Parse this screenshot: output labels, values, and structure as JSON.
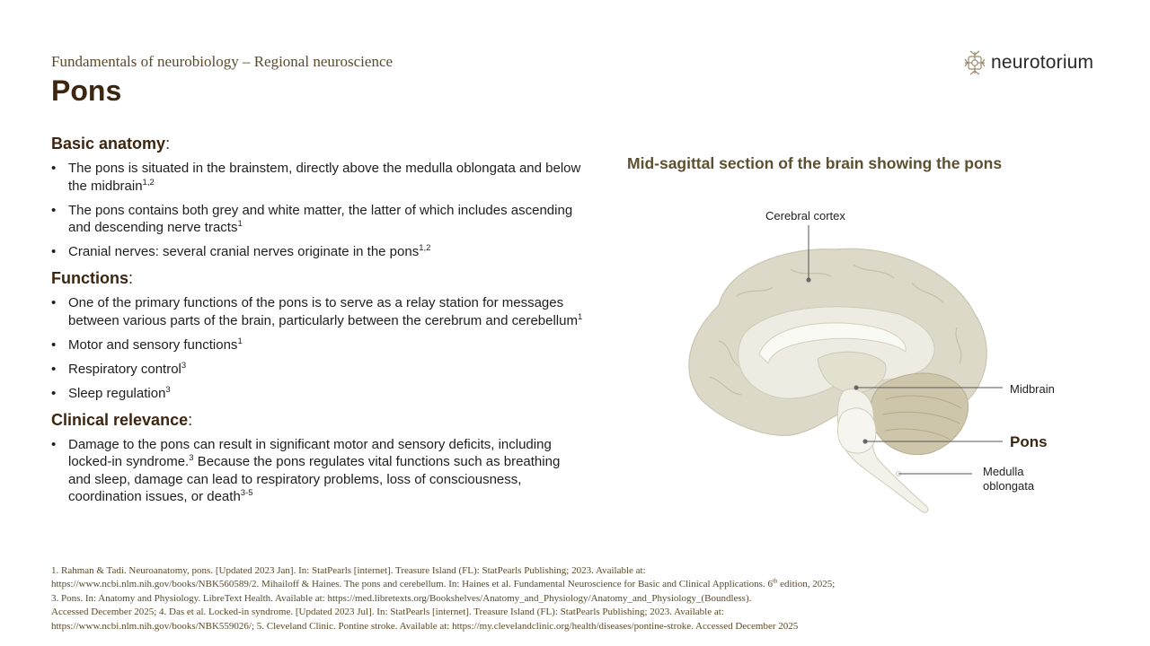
{
  "header": {
    "subtitle": "Fundamentals of neurobiology – Regional neuroscience",
    "title": "Pons",
    "logo_text": "neurotorium",
    "logo_icon": "neuron-logo-icon"
  },
  "sections": {
    "anatomy": {
      "heading": "Basic anatomy",
      "colon": ":",
      "items": [
        {
          "text": "The pons is situated in the brainstem, directly above the medulla oblongata and below the midbrain",
          "sup": "1,2",
          "after": ""
        },
        {
          "text": "The pons contains both grey and white matter, the latter of which includes ascending and descending nerve tracts",
          "sup": "1",
          "after": ""
        },
        {
          "text": "Cranial nerves: several cranial nerves originate in the pons",
          "sup": "1,2",
          "after": ""
        }
      ]
    },
    "functions": {
      "heading": "Functions",
      "colon": ":",
      "items": [
        {
          "text": "One of the primary functions of the pons is to serve as a relay station for messages between various parts of the brain, particularly between the cerebrum and cerebellum",
          "sup": "1",
          "after": ""
        },
        {
          "text": "Motor and sensory functions",
          "sup": "1",
          "after": ""
        },
        {
          "text": "Respiratory control",
          "sup": "3",
          "after": ""
        },
        {
          "text": "Sleep regulation",
          "sup": "3",
          "after": ""
        }
      ]
    },
    "clinical": {
      "heading": "Clinical relevance",
      "colon": ":",
      "items": [
        {
          "text": "Damage to the pons can result in significant motor and sensory deficits, including locked-in syndrome.",
          "sup": "3",
          "after": " Because the pons regulates vital functions such as breathing and sleep, damage can lead to respiratory problems, loss of consciousness, coordination issues, or death",
          "sup2": "3-5"
        }
      ]
    }
  },
  "figure": {
    "title": "Mid-sagittal section of the brain showing the pons",
    "labels": {
      "cortex": "Cerebral cortex",
      "midbrain": "Midbrain",
      "pons": "Pons",
      "medulla_line1": "Medulla",
      "medulla_line2": "oblongata"
    },
    "colors": {
      "cortex": "#dcd9c8",
      "white_matter": "#f0efe6",
      "cerebellum": "#cdc6aa",
      "brainstem": "#f2f1ea"
    }
  },
  "references": {
    "line1": "1. Rahman & Tadi. Neuroanatomy, pons. [Updated 2023 Jan]. In: StatPearls [internet]. Treasure Island (FL): StatPearls Publishing; 2023. Available at:",
    "line2a": "https://www.ncbi.nlm.nih.gov/books/NBK560589/2. Mihailoff & Haines. The pons and cerebellum. In: Haines et al. Fundamental Neuroscience for Basic and Clinical Applications. 6",
    "line2sup": "th",
    "line2b": " edition, 2025;",
    "line3": "3. Pons. In: Anatomy and Physiology. LibreText Health. Available at: https://med.libretexts.org/Bookshelves/Anatomy_and_Physiology/Anatomy_and_Physiology_(Boundless).",
    "line4": "Accessed December 2025; 4. Das et al. Locked-in syndrome. [Updated 2023 Jul]. In: StatPearls [internet]. Treasure Island (FL): StatPearls Publishing; 2023. Available at:",
    "line5": "https://www.ncbi.nlm.nih.gov/books/NBK559026/; 5. Cleveland Clinic. Pontine stroke. Available at: https://my.clevelandclinic.org/health/diseases/pontine-stroke. Accessed December 2025"
  }
}
